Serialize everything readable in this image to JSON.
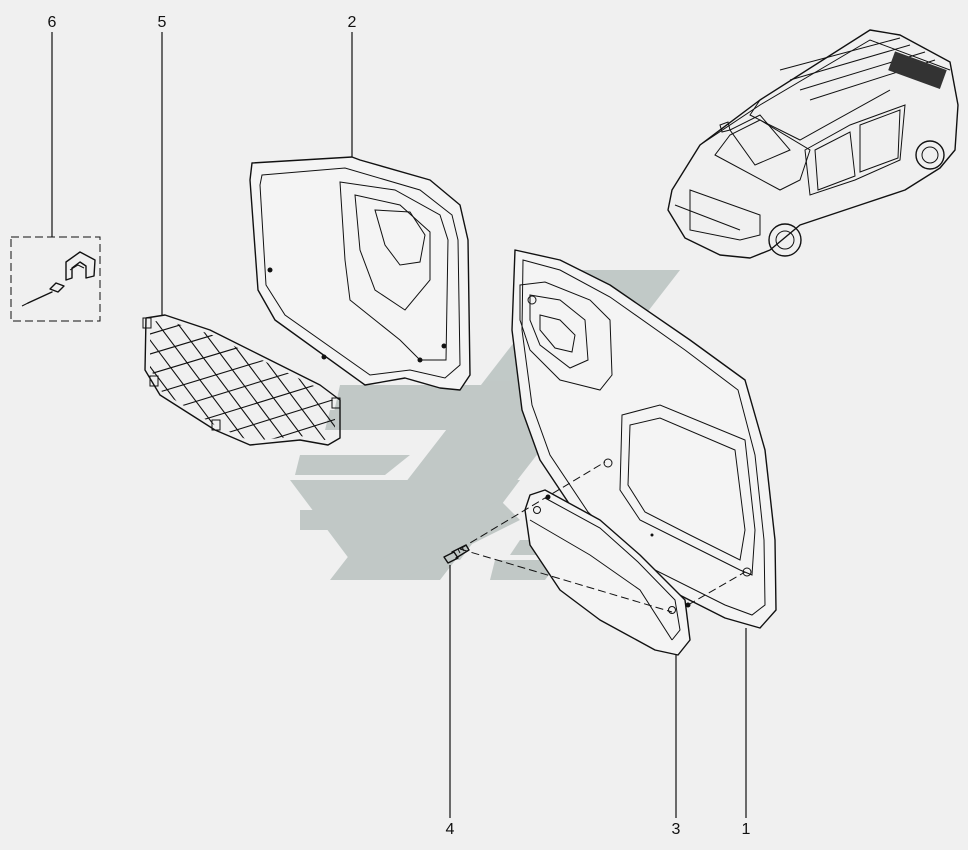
{
  "callouts": {
    "c1": "1",
    "c2": "2",
    "c3": "3",
    "c4": "4",
    "c5": "5",
    "c6": "6"
  },
  "colors": {
    "background": "#f0f0f0",
    "line": "#111111",
    "watermark": "#b9c2bf"
  },
  "icons": {
    "vehicle": "station-wagon-illustration",
    "watermark": "brand-logo-watermark"
  }
}
